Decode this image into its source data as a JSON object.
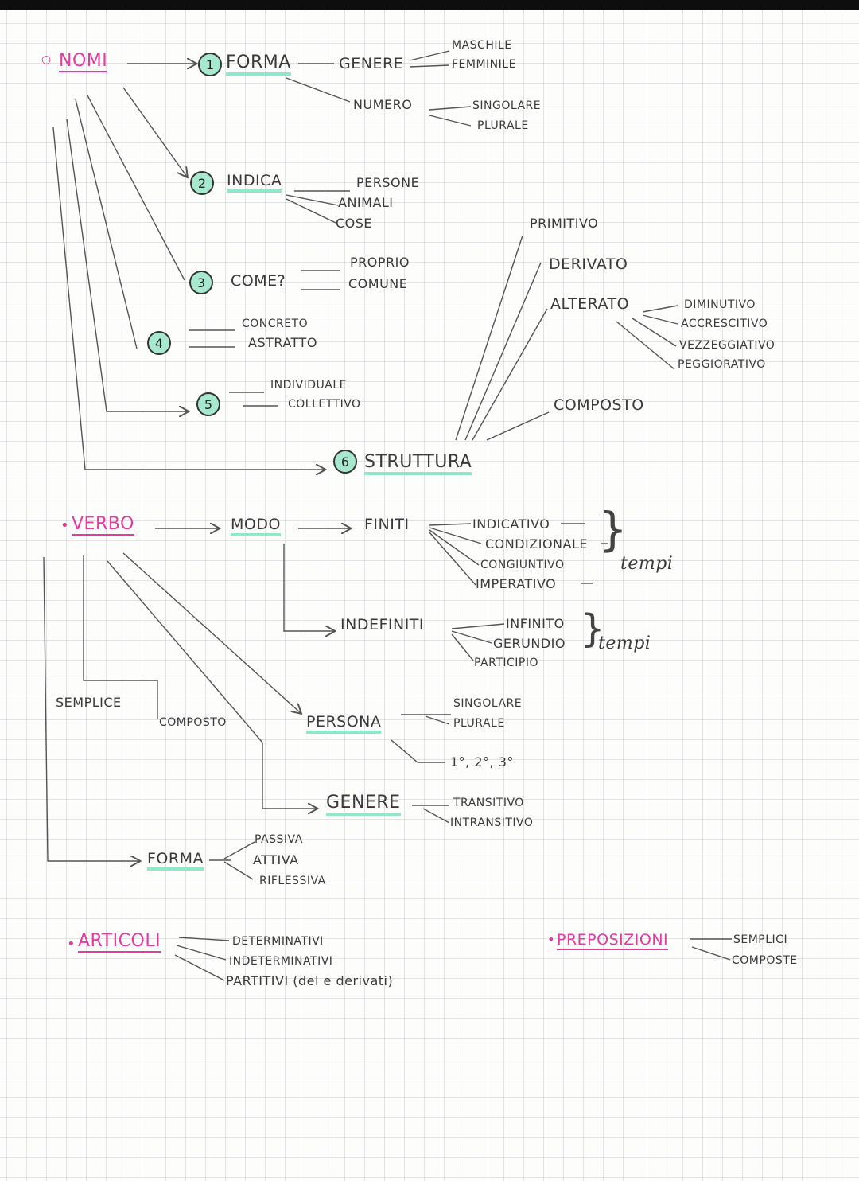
{
  "nomi": {
    "title": "NOMI",
    "b1": {
      "num": "1",
      "label": "FORMA",
      "genere": "GENERE",
      "maschile": "MASCHILE",
      "femminile": "FEMMINILE",
      "numero": "NUMERO",
      "singolare": "SINGOLARE",
      "plurale": "PLURALE"
    },
    "b2": {
      "num": "2",
      "label": "INDICA",
      "persone": "PERSONE",
      "animali": "ANIMALI",
      "cose": "COSE"
    },
    "b3": {
      "num": "3",
      "label": "COME?",
      "proprio": "PROPRIO",
      "comune": "COMUNE"
    },
    "b4": {
      "num": "4",
      "concreto": "CONCRETO",
      "astratto": "ASTRATTO"
    },
    "b5": {
      "num": "5",
      "individuale": "INDIVIDUALE",
      "collettivo": "COLLETTIVO"
    },
    "b6": {
      "num": "6",
      "label": "STRUTTURA",
      "primitivo": "PRIMITIVO",
      "derivato": "DERIVATO",
      "alterato": "ALTERATO",
      "composto": "COMPOSTO",
      "diminutivo": "DIMINUTIVO",
      "accrescitivo": "ACCRESCITIVO",
      "vezzeggiativo": "VEZZEGGIATIVO",
      "peggiorativo": "PEGGIORATIVO"
    }
  },
  "verbo": {
    "title": "VERBO",
    "modo": "MODO",
    "finiti": "FINITI",
    "finiti_items": [
      "INDICATIVO",
      "CONDIZIONALE",
      "CONGIUNTIVO",
      "IMPERATIVO"
    ],
    "tempi_1": "tempi",
    "indefiniti": "INDEFINITI",
    "indefiniti_items": [
      "INFINITO",
      "GERUNDIO",
      "PARTICIPIO"
    ],
    "tempi_2": "tempi",
    "semplice": "SEMPLICE",
    "composto": "COMPOSTO",
    "persona": "PERSONA",
    "persona_items": [
      "SINGOLARE",
      "PLURALE"
    ],
    "persona_numbers": "1°, 2°, 3°",
    "genere": "GENERE",
    "genere_items": [
      "TRANSITIVO",
      "INTRANSITIVO"
    ],
    "forma": "FORMA",
    "forma_items": [
      "PASSIVA",
      "ATTIVA",
      "RIFLESSIVA"
    ]
  },
  "articoli": {
    "title": "ARTICOLI",
    "items": [
      "DETERMINATIVI",
      "INDETERMINATIVI",
      "PARTITIVI (del e derivati)"
    ]
  },
  "preposizioni": {
    "title": "PREPOSIZIONI",
    "items": [
      "SEMPLICI",
      "COMPOSTE"
    ]
  },
  "colors": {
    "title_accent": "#e23ca0",
    "highlight": "#8fe8cc",
    "ink": "#3a3a3a"
  }
}
